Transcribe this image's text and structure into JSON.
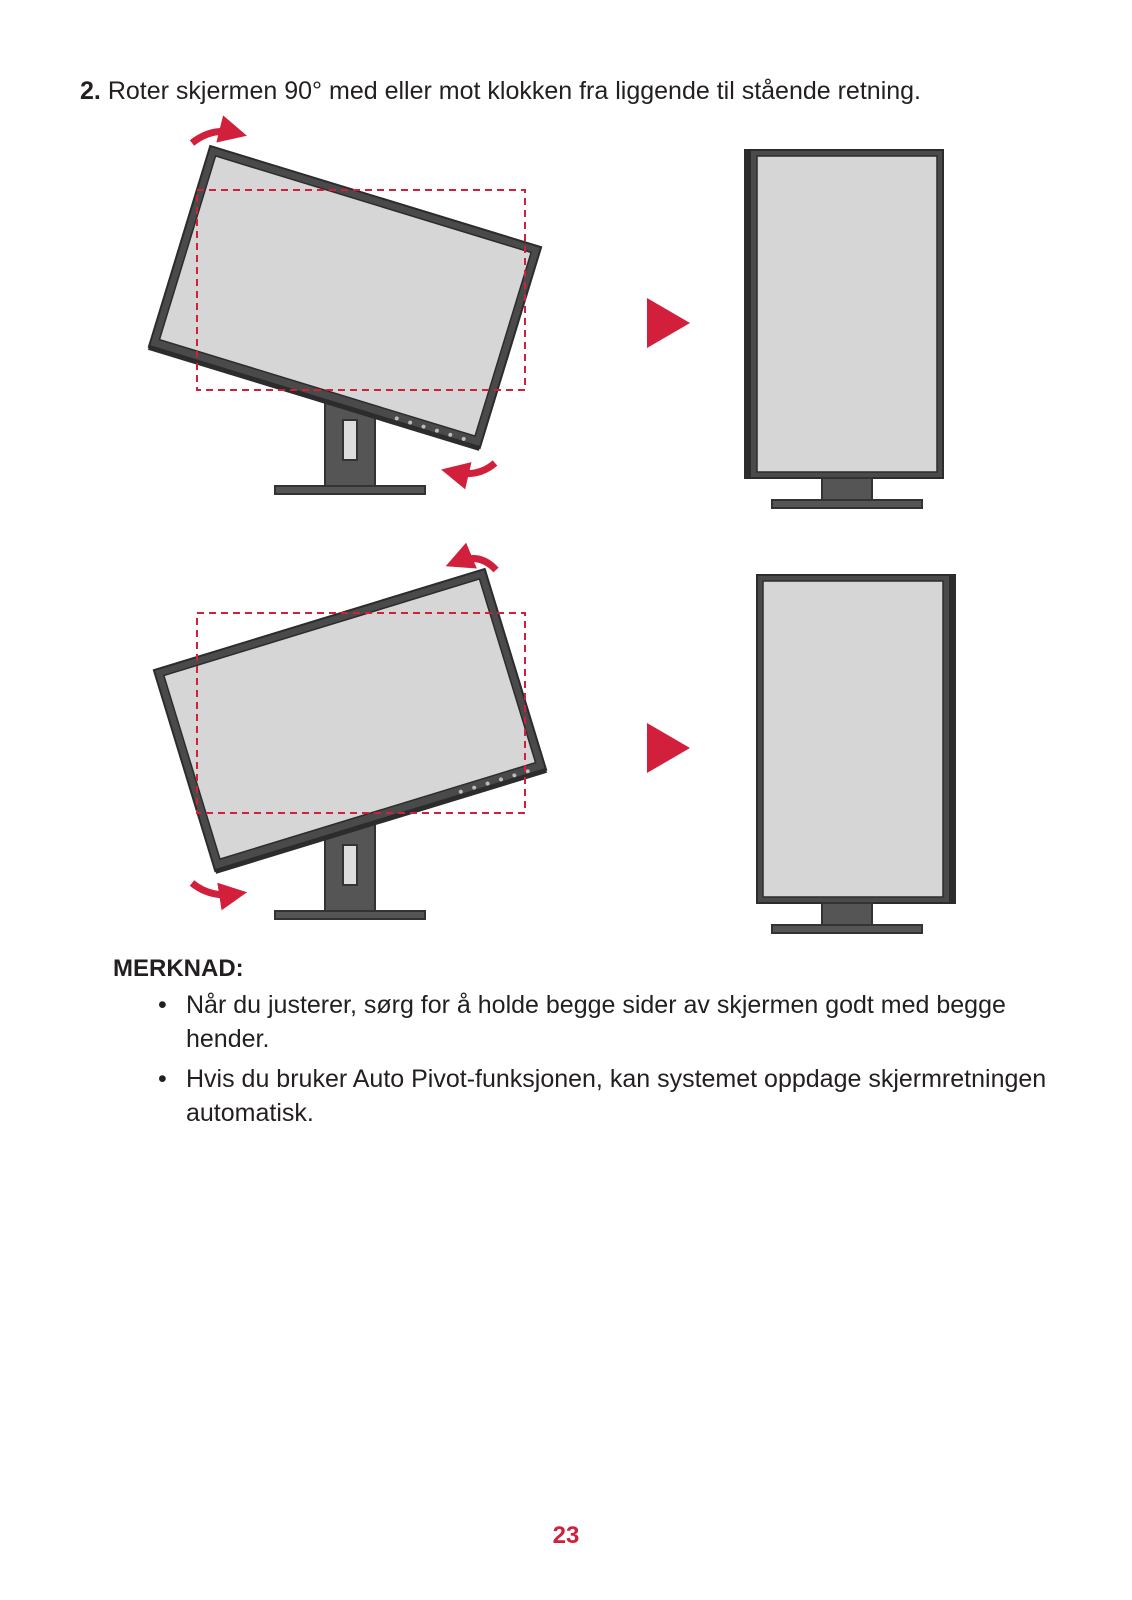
{
  "step": {
    "number": "2.",
    "text": "Roter skjermen 90° med eller mot klokken fra liggende til stående retning."
  },
  "note": {
    "title": "MERKNAD:",
    "bullet_glyph": "•",
    "items": [
      "Når du justerer, sørg for å holde begge sider av skjermen godt med begge hender.",
      "Hvis du bruker Auto Pivot-funksjonen, kan systemet oppdage skjermretningen automatisk."
    ]
  },
  "page_number": "23",
  "colors": {
    "accent_red": "#d11f3c",
    "bezel": "#4a4a4a",
    "screen": "#d6d6d6",
    "dashed": "#d11f3c"
  }
}
